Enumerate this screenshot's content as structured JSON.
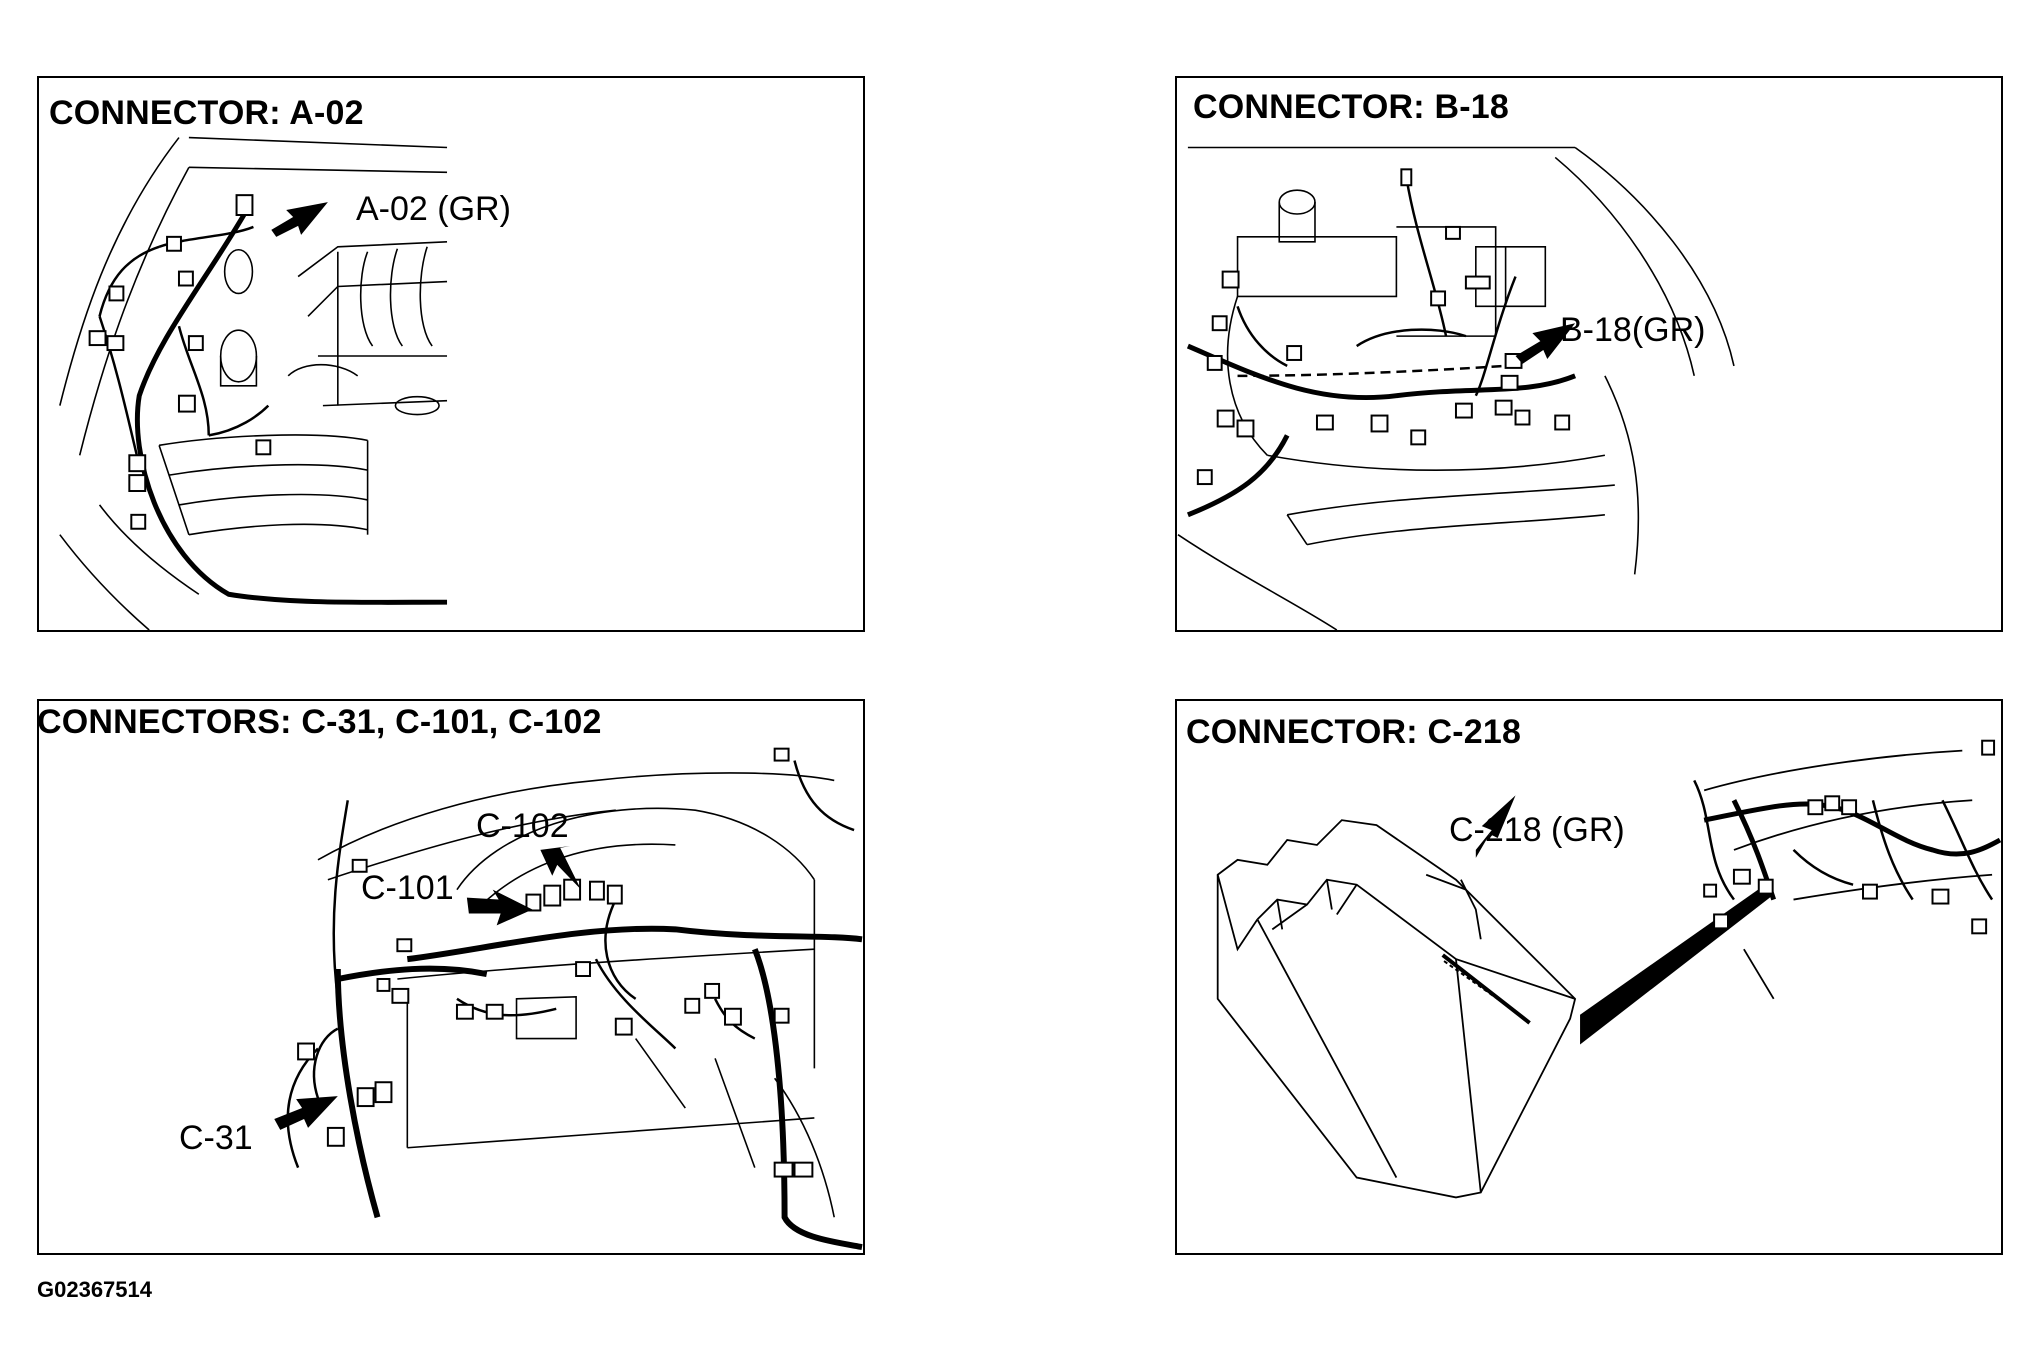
{
  "panels": [
    {
      "title": "CONNECTOR: A-02",
      "labels": [
        "A-02 (GR)"
      ]
    },
    {
      "title": "CONNECTOR: B-18",
      "labels": [
        "B-18(GR)"
      ]
    },
    {
      "title": "CONNECTORS: C-31, C-101, C-102",
      "labels": [
        "C-102",
        "C-101",
        "C-31"
      ]
    },
    {
      "title": "CONNECTOR: C-218",
      "labels": [
        "C-218 (GR)"
      ]
    }
  ],
  "figure_id": "G02367514",
  "colors": {
    "ink": "#000000",
    "paper": "#ffffff"
  }
}
